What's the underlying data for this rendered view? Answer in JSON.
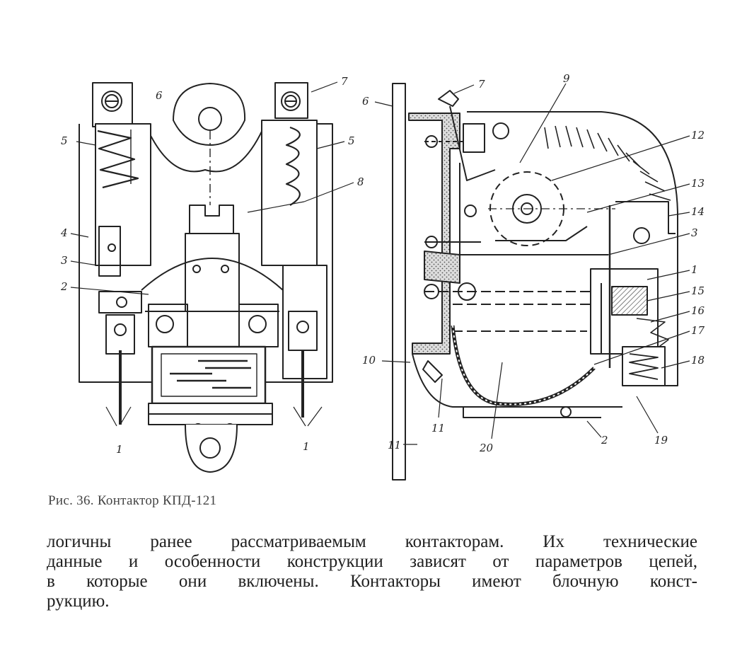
{
  "figure": {
    "left_view_callouts": [
      "6",
      "7",
      "5",
      "5",
      "8",
      "4",
      "3",
      "2",
      "1",
      "1"
    ],
    "right_view_callouts": [
      "6",
      "7",
      "9",
      "12",
      "13",
      "14",
      "3",
      "1",
      "15",
      "16",
      "17",
      "18",
      "10",
      "11",
      "11",
      "20",
      "2",
      "19"
    ],
    "caption": "Рис. 36. Контактор КПД-121"
  },
  "body_text": {
    "lines": [
      "логичны ранее рассматриваемым контакторам. Их технические",
      "данные и особенности конструкции зависят от параметров цепей,",
      "в которые они включены. Контакторы имеют блочную конст-",
      "рукцию."
    ]
  }
}
